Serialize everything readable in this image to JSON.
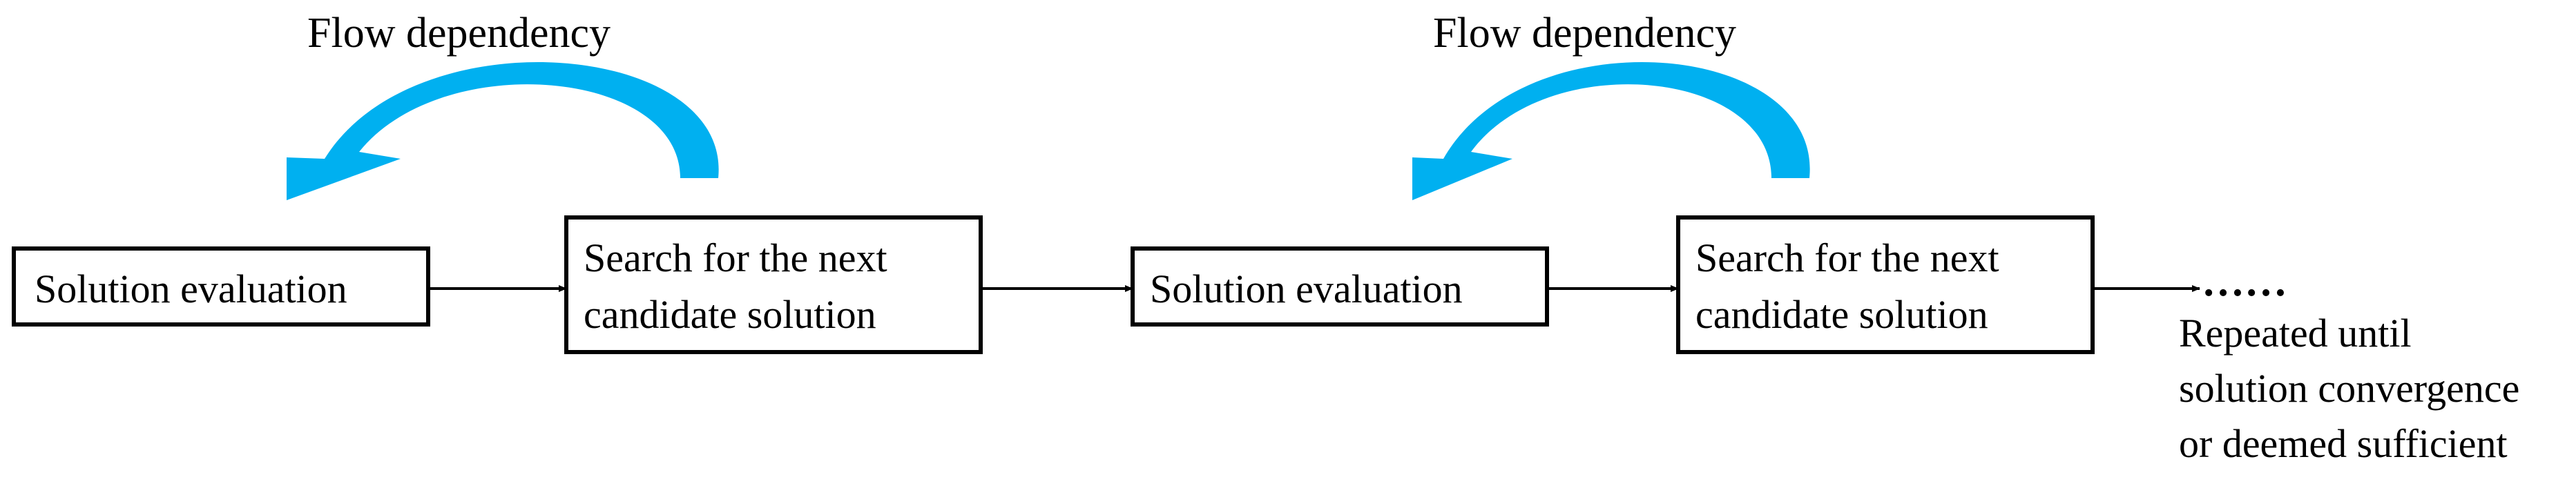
{
  "colors": {
    "dependency_arrow": "#00b0f0",
    "box_border": "#000000",
    "text": "#000000",
    "background": "#ffffff"
  },
  "flow_dependency_labels": [
    "Flow dependency",
    "Flow dependency"
  ],
  "steps": [
    {
      "lines": [
        "Solution evaluation"
      ]
    },
    {
      "lines": [
        "Search for the next",
        "candidate solution"
      ]
    },
    {
      "lines": [
        "Solution evaluation"
      ]
    },
    {
      "lines": [
        "Search for the next",
        "candidate solution"
      ]
    }
  ],
  "continuation": {
    "ellipsis": "……",
    "note_lines": [
      "Repeated until",
      "solution convergence",
      "or deemed sufficient"
    ]
  }
}
